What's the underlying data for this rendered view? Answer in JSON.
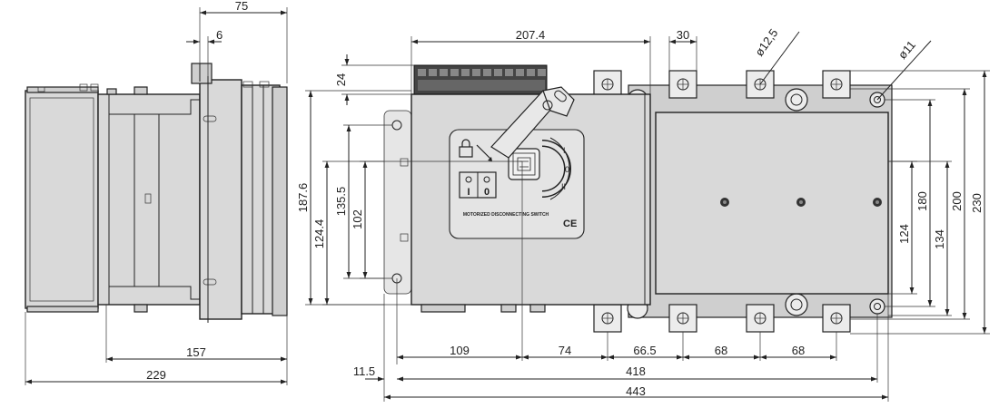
{
  "drawing": {
    "label_text": "MOTORIZED DISCONNECTING SWITCH",
    "ce_mark": "CE",
    "selector_marks": [
      "I",
      "0"
    ],
    "switch_positions": [
      "I",
      "0",
      "II"
    ]
  },
  "dimensions": {
    "side_top_75": "75",
    "side_top_6": "6",
    "side_depth_157": "157",
    "side_total_229": "229",
    "front_width_207": "207.4",
    "front_pitch_30": "30",
    "hole_125": "ø12,5",
    "hole_11": "ø11",
    "front_24": "24",
    "h_1876": "187.6",
    "h_1244": "124.4",
    "h_1355": "135.5",
    "h_102": "102",
    "h_124": "124",
    "h_180": "180",
    "h_134": "134",
    "h_200": "200",
    "h_230": "230",
    "b_109": "109",
    "b_74": "74",
    "b_665": "66.5",
    "b_68a": "68",
    "b_68b": "68",
    "b_115": "11.5",
    "b_418": "418",
    "b_443": "443"
  }
}
